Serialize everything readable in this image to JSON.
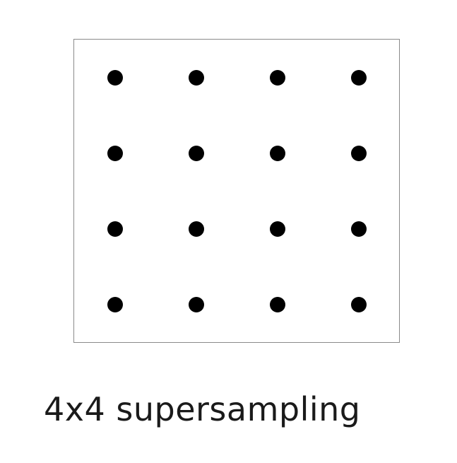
{
  "diagram": {
    "caption": "4x4 supersampling",
    "grid": {
      "rows": 4,
      "cols": 4
    },
    "dot_color": "#000000",
    "border_color": "#8a8a8a"
  }
}
